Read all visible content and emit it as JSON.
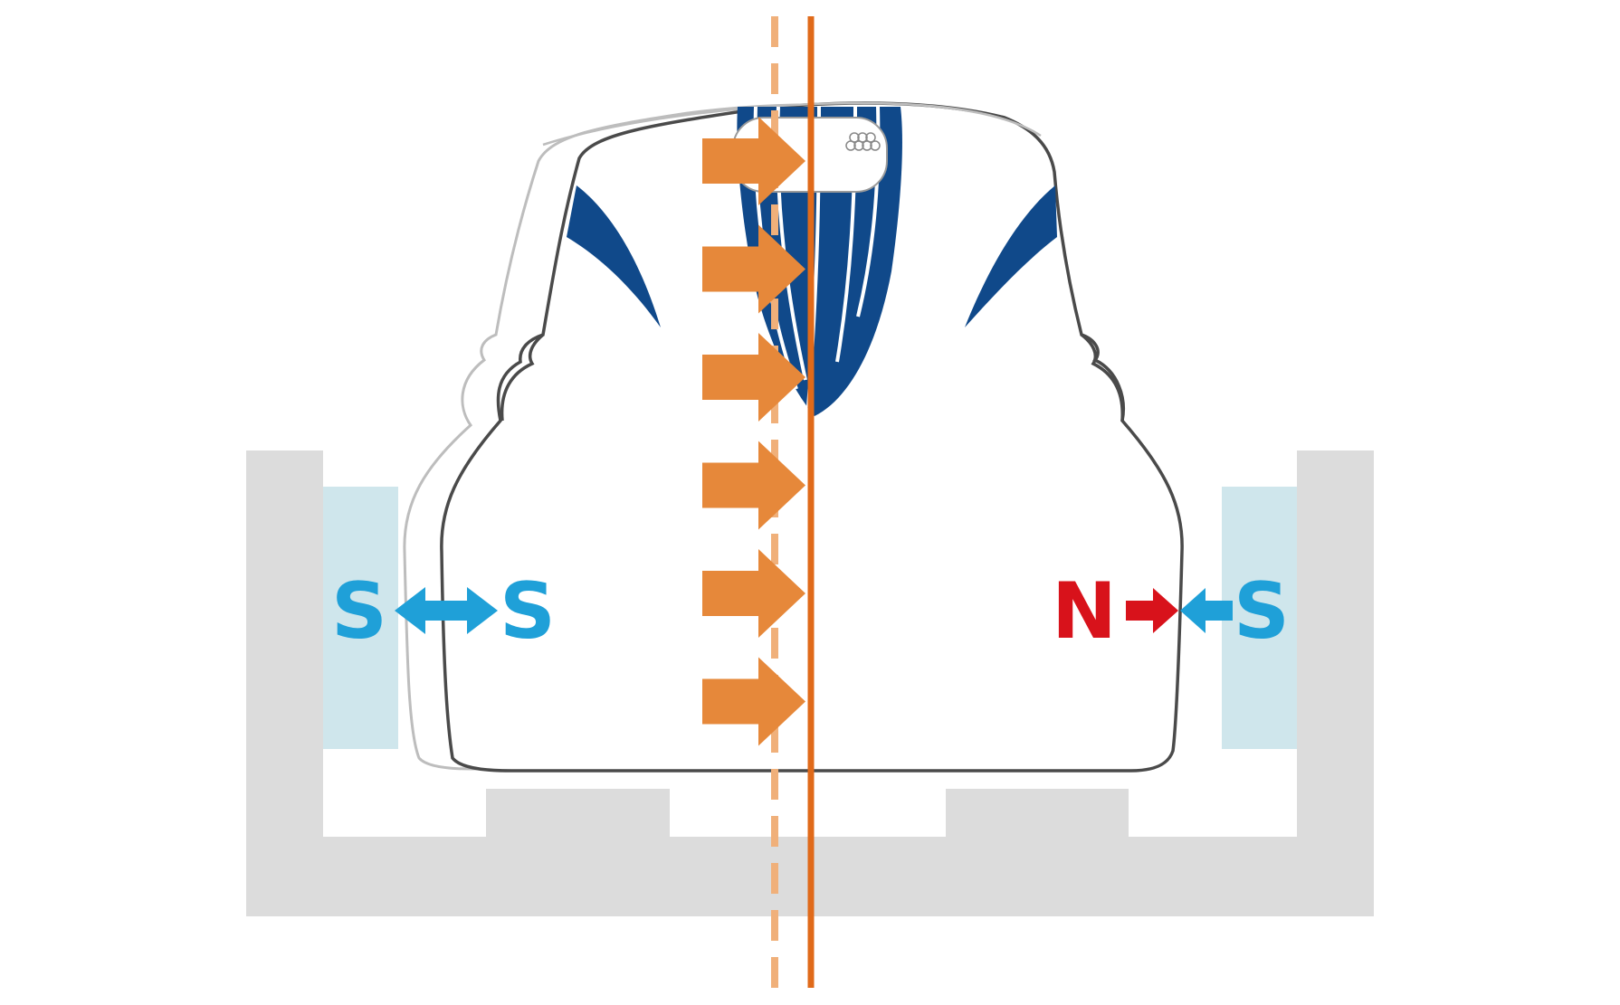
{
  "diagram": {
    "colors": {
      "guideway": "#dcdcdc",
      "guideway_magnet": "#cfe6ec",
      "train_outline": "#4a4a4a",
      "train_shadow_outline": "#bdbdbd",
      "livery_blue": "#10498a",
      "force_arrow": "#e6883a",
      "axis_solid": "#e06a1a",
      "axis_dashed": "#f0b07a",
      "south_pole": "#1fa0d8",
      "north_pole": "#d8121b"
    },
    "force_arrow_count": 6,
    "poles": {
      "left_outer": "S",
      "left_inner": "S",
      "right_inner": "N",
      "right_outer": "S"
    }
  }
}
